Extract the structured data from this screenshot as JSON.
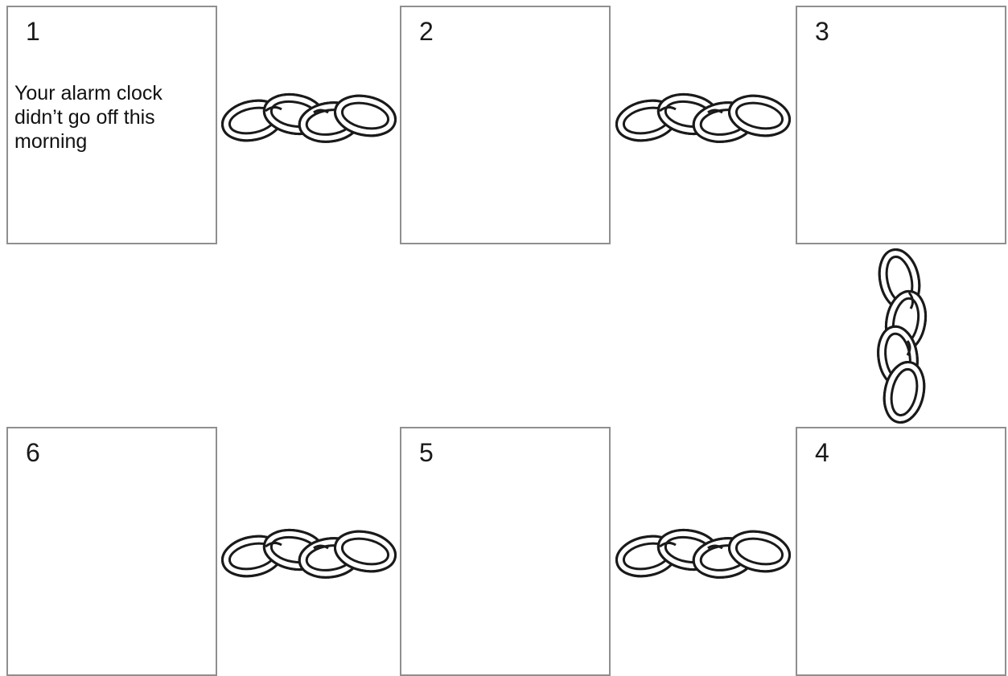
{
  "boxes": [
    {
      "id": "box-1",
      "number": "1",
      "text": "Your alarm clock didn’t go off this morning"
    },
    {
      "id": "box-2",
      "number": "2",
      "text": ""
    },
    {
      "id": "box-3",
      "number": "3",
      "text": ""
    },
    {
      "id": "box-4",
      "number": "4",
      "text": ""
    },
    {
      "id": "box-5",
      "number": "5",
      "text": ""
    },
    {
      "id": "box-6",
      "number": "6",
      "text": ""
    }
  ],
  "connectors": [
    {
      "from": "1",
      "to": "2",
      "icon": "chain-link-icon",
      "orientation": "horizontal"
    },
    {
      "from": "2",
      "to": "3",
      "icon": "chain-link-icon",
      "orientation": "horizontal"
    },
    {
      "from": "3",
      "to": "4",
      "icon": "chain-link-icon",
      "orientation": "vertical"
    },
    {
      "from": "4",
      "to": "5",
      "icon": "chain-link-icon",
      "orientation": "horizontal"
    },
    {
      "from": "5",
      "to": "6",
      "icon": "chain-link-icon",
      "orientation": "horizontal"
    }
  ],
  "colors": {
    "box_border": "#8f8f8f",
    "chain_stroke": "#1a1a1a",
    "background": "#ffffff"
  }
}
